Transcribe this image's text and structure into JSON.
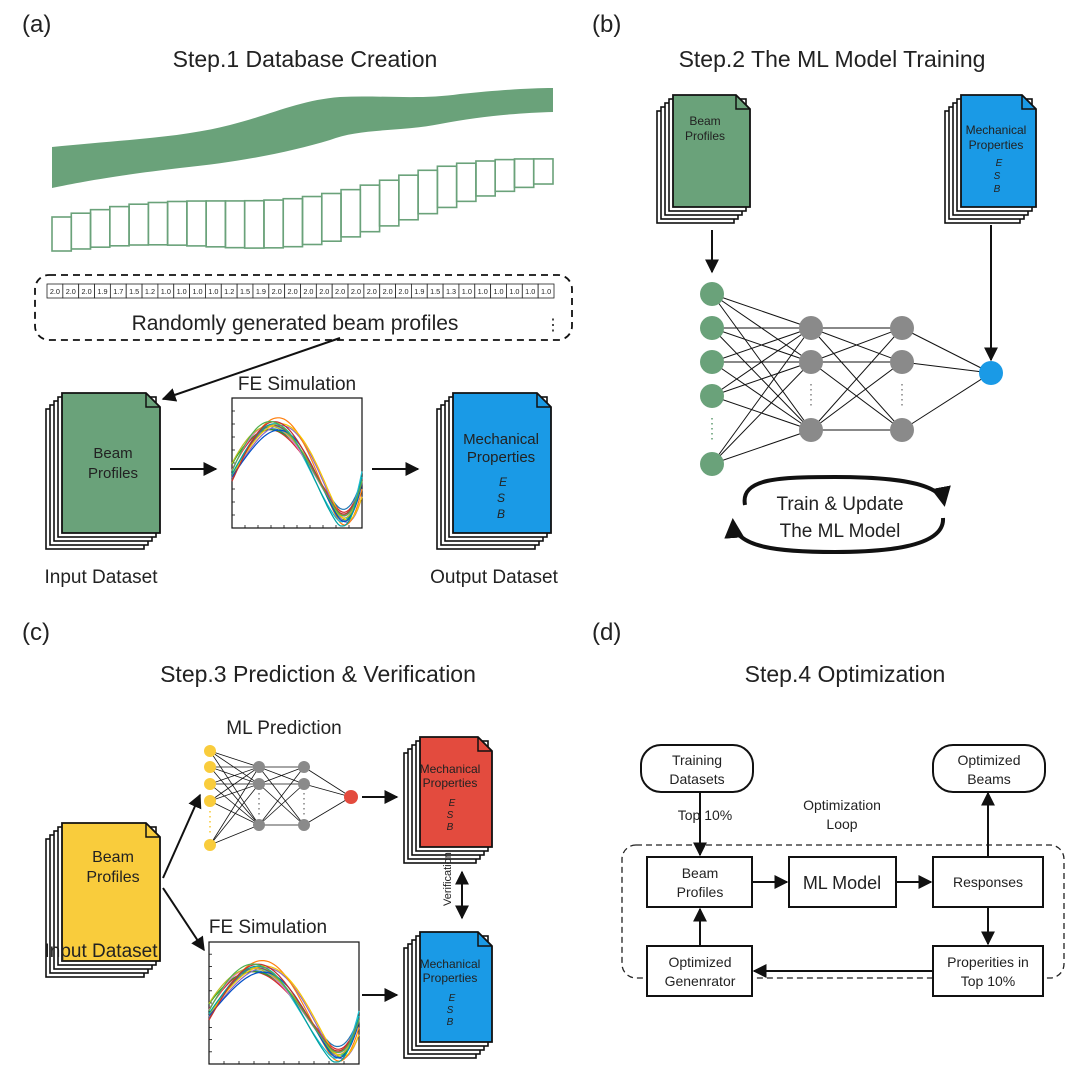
{
  "colors": {
    "green": "#6aa27a",
    "blue": "#1a9ae6",
    "red": "#e34b3e",
    "yellow": "#f9cc3c",
    "gray": "#8a8a8a",
    "ink": "#111111"
  },
  "panel_a": {
    "label": "(a)",
    "title": "Step.1 Database Creation",
    "profile_values": [
      "2.0",
      "2.0",
      "2.0",
      "1.9",
      "1.7",
      "1.5",
      "1.2",
      "1.0",
      "1.0",
      "1.0",
      "1.0",
      "1.2",
      "1.5",
      "1.9",
      "2.0",
      "2.0",
      "2.0",
      "2.0",
      "2.0",
      "2.0",
      "2.0",
      "2.0",
      "2.0",
      "1.9",
      "1.5",
      "1.3",
      "1.0",
      "1.0",
      "1.0",
      "1.0",
      "1.0",
      "1.0"
    ],
    "random_label": "Randomly generated beam profiles",
    "random_dots": "⋮",
    "input_doc": {
      "line1": "Beam",
      "line2": "Profiles"
    },
    "fe_title": "FE Simulation",
    "output_doc": {
      "line1": "Mechanical",
      "line2": "Properties",
      "sym1": "E",
      "sym2": "S",
      "sym3": "B"
    },
    "input_caption": "Input Dataset",
    "output_caption": "Output Dataset"
  },
  "panel_b": {
    "label": "(b)",
    "title": "Step.2 The ML Model  Training",
    "doc_left": {
      "line1": "Beam",
      "line2": "Profiles"
    },
    "doc_right": {
      "line1": "Mechanical",
      "line2": "Properties",
      "sym1": "E",
      "sym2": "S",
      "sym3": "B"
    },
    "train_line1": "Train & Update",
    "train_line2": "The ML Model"
  },
  "panel_c": {
    "label": "(c)",
    "title": "Step.3 Prediction & Verification",
    "ml_title": "ML Prediction",
    "fe_title": "FE Simulation",
    "input_doc": {
      "line1": "Beam",
      "line2": "Profiles"
    },
    "input_caption": "Input Dataset",
    "pred_doc": {
      "line1": "Mechanical",
      "line2": "Properties",
      "sym1": "E",
      "sym2": "S",
      "sym3": "B"
    },
    "fe_doc": {
      "line1": "Mechanical",
      "line2": "Properties",
      "sym1": "E",
      "sym2": "S",
      "sym3": "B"
    },
    "verification": "Verification"
  },
  "panel_d": {
    "label": "(d)",
    "title": "Step.4 Optimization",
    "training": {
      "line1": "Training",
      "line2": "Datasets"
    },
    "optimized_beams": {
      "line1": "Optimized",
      "line2": "Beams"
    },
    "top10": "Top 10%",
    "loop": {
      "line1": "Optimization",
      "line2": "Loop"
    },
    "beam_profiles": {
      "line1": "Beam",
      "line2": "Profiles"
    },
    "ml_model": "ML Model",
    "responses": "Responses",
    "optimized_generator": {
      "line1": "Optimized",
      "line2": "Genenrator"
    },
    "properties": {
      "line1": "Properities in",
      "line2": "Top 10%"
    }
  }
}
